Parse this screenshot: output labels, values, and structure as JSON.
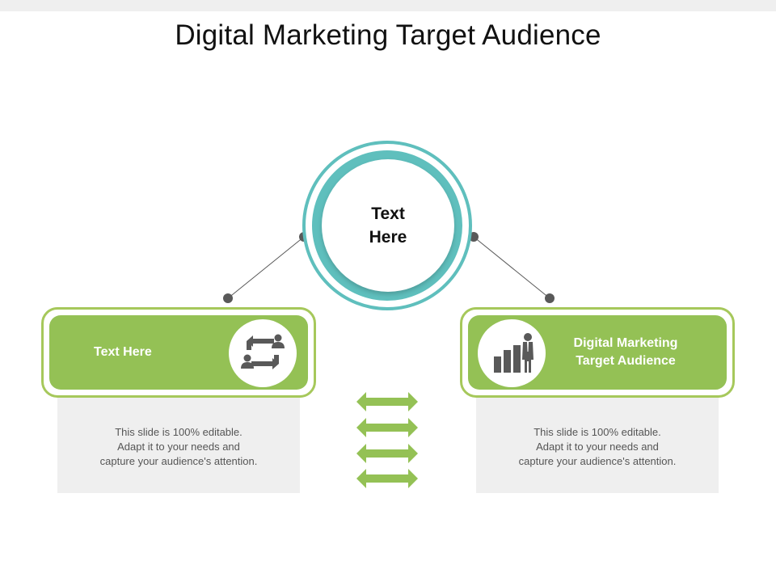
{
  "title": "Digital Marketing Target Audience",
  "center": {
    "label": "Text Here"
  },
  "left": {
    "label": "Text Here",
    "icon": "people-exchange-icon",
    "description": [
      "This slide is 100% editable.",
      "Adapt it to your needs and",
      "capture your audience's attention."
    ]
  },
  "right": {
    "label_lines": [
      "Digital Marketing",
      "Target Audience"
    ],
    "icon": "businessman-bar-chart-icon",
    "description": [
      "This slide is 100% editable.",
      "Adapt it to your needs and",
      "capture your audience's attention."
    ]
  },
  "colors": {
    "teal": "#5fbfbd",
    "green": "#94c155",
    "gray_panel": "#efefef",
    "dark": "#595959"
  }
}
